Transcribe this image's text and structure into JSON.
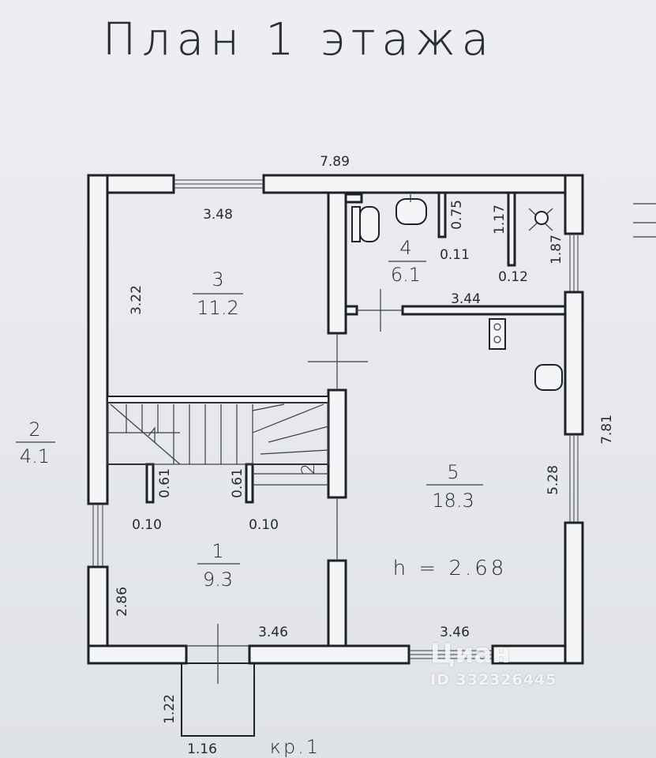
{
  "title": "План 1 этажа",
  "dimensions": {
    "top_width": "7.89",
    "right_height": "7.81",
    "room3_width": "3.48",
    "room3_height": "3.22",
    "bath_075": "0.75",
    "bath_117": "1.17",
    "bath_011": "0.11",
    "bath_012": "0.12",
    "bath_187": "1.87",
    "corridor_344": "3.44",
    "room5_height": "5.28",
    "room1_height": "2.86",
    "room1_width": "3.46",
    "room5_width": "3.46",
    "wall_061_a": "0.61",
    "wall_061_b": "0.61",
    "wall_010_a": "0.10",
    "wall_010_b": "0.10",
    "porch_height": "1.22",
    "porch_width": "1.16"
  },
  "rooms": [
    {
      "num": "1",
      "area": "9.3"
    },
    {
      "num": "2",
      "area": "4.1"
    },
    {
      "num": "3",
      "area": "11.2"
    },
    {
      "num": "4",
      "area": "6.1"
    },
    {
      "num": "5",
      "area": "18.3"
    }
  ],
  "stair_label": "2",
  "ceiling_height": "h = 2.68",
  "porch_label": "кр.1",
  "watermark": {
    "brand": "Циан",
    "id": "ID 332326445"
  }
}
